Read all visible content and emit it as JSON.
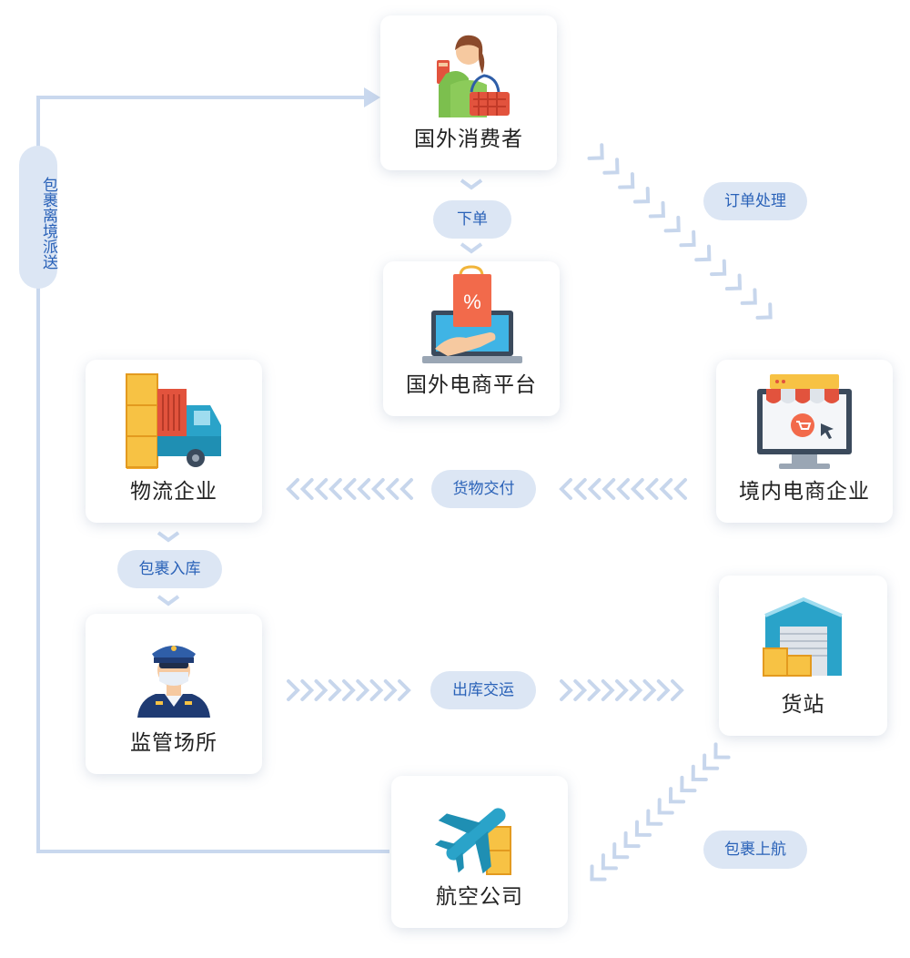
{
  "nodes": {
    "consumer": "国外消费者",
    "platform": "国外电商平台",
    "domestic": "境内电商企业",
    "logistics": "物流企业",
    "customs": "监管场所",
    "cargo": "货站",
    "airline": "航空公司"
  },
  "edges": {
    "order": "下单",
    "processing": "订单处理",
    "delivery": "货物交付",
    "warehousing": "包裹入库",
    "transport": "出库交运",
    "boarding": "包裹上航",
    "dispatch": "包裹离境派送"
  },
  "colors": {
    "card_bg": "#ffffff",
    "pill_bg": "#dce6f4",
    "pill_text": "#2a62b8",
    "chevron": "#c7d6ec",
    "line": "#c7d6ec"
  }
}
